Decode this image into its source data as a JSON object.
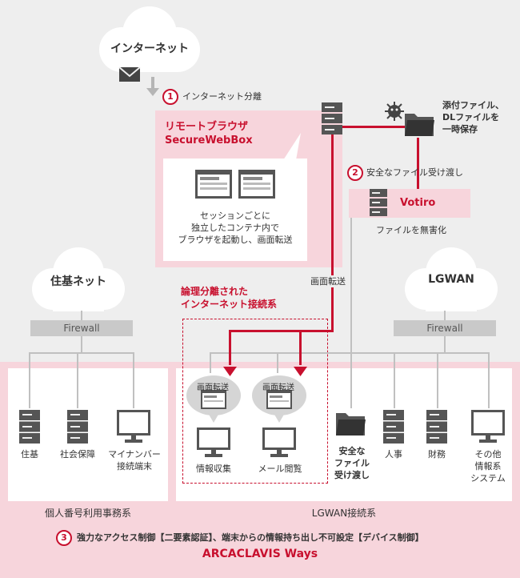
{
  "clouds": {
    "internet": "インターネット",
    "juki": "住基ネット",
    "lgwan": "LGWAN"
  },
  "step1": {
    "num": "1",
    "label": "インターネット分離"
  },
  "remote_browser": {
    "title_line1": "リモートブラウザ",
    "title_line2": "SecureWebBox",
    "desc_line1": "セッションごとに",
    "desc_line2": "独立したコンテナ内で",
    "desc_line3": "ブラウザを起動し、画面転送"
  },
  "attachment": {
    "line1": "添付ファイル、",
    "line2": "DLファイルを",
    "line3": "一時保存"
  },
  "step2": {
    "num": "2",
    "label": "安全なファイル受け渡し"
  },
  "votiro": {
    "name": "Votiro",
    "caption": "ファイルを無害化"
  },
  "screen_transfer": "画面転送",
  "logical": {
    "line1": "論理分離された",
    "line2": "インターネット接続系"
  },
  "firewall": {
    "left": "Firewall",
    "right": "Firewall"
  },
  "terminals": {
    "juki": "住基",
    "social": "社会保障",
    "mynumber_line1": "マイナンバー",
    "mynumber_line2": "接続端末",
    "info": "情報収集",
    "mail": "メール閲覧",
    "bubble1": "画面転送",
    "bubble2": "画面転送",
    "safe_line1": "安全な",
    "safe_line2": "ファイル",
    "safe_line3": "受け渡し",
    "hr": "人事",
    "finance": "財務",
    "other_line1": "その他",
    "other_line2": "情報系",
    "other_line3": "システム"
  },
  "zones": {
    "personal": "個人番号利用事務系",
    "lgwan": "LGWAN接続系"
  },
  "step3": {
    "num": "3",
    "label": "強力なアクセス制御【二要素認証】、端末からの情報持ち出し不可設定【デバイス制御】",
    "product": "ARCACLAVIS Ways"
  },
  "colors": {
    "accent": "#c8102e",
    "pink": "#f7d5dc",
    "gray_line": "#c0c0c0",
    "server": "#555555"
  }
}
